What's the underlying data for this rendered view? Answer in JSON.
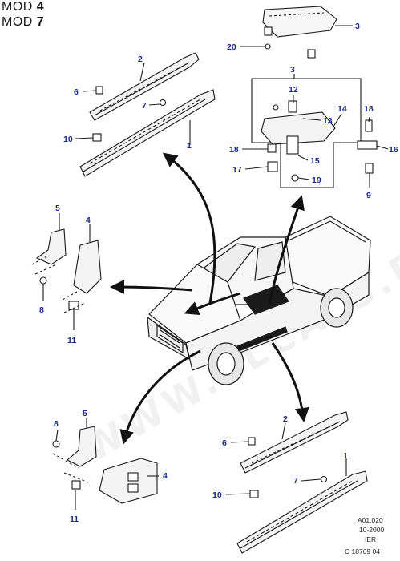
{
  "header": {
    "line1_prefix": "MOD ",
    "line1_num": "4",
    "line2_prefix": "MOD ",
    "line2_num": "7"
  },
  "watermark": "WWW.ELCATS.RU",
  "callouts": {
    "top_right": {
      "c3a": "3",
      "c20": "20",
      "c3b": "3",
      "c12": "12",
      "c14": "14",
      "c13": "13",
      "c18a": "18",
      "c16": "16",
      "c18b": "18",
      "c15": "15",
      "c17": "17",
      "c19": "19",
      "c9": "9"
    },
    "top_left": {
      "c2": "2",
      "c6": "6",
      "c7": "7",
      "c10": "10",
      "c1": "1"
    },
    "mid_left": {
      "c5": "5",
      "c4": "4",
      "c8": "8",
      "c11": "11"
    },
    "bottom_left": {
      "c8": "8",
      "c5": "5",
      "c4": "4",
      "c11": "11"
    },
    "bottom_right": {
      "c2": "2",
      "c6": "6",
      "c1": "1",
      "c7": "7",
      "c10": "10"
    }
  },
  "reference": {
    "code": "A01.020",
    "date": "10-2000",
    "region": "IER",
    "illustration": "C 18769 04"
  },
  "colors": {
    "callout": "#1a2a8a",
    "line": "#1a1a1a"
  }
}
